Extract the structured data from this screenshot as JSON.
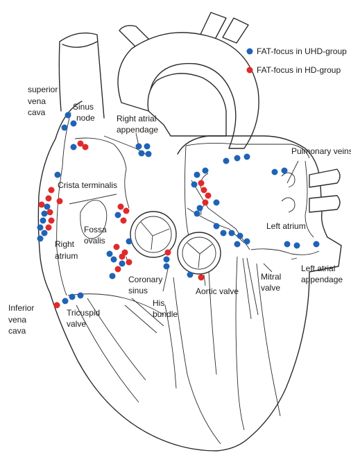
{
  "legend": {
    "items": [
      {
        "label": "FAT-focus in UHD-group",
        "color": "#1f63b6"
      },
      {
        "label": "FAT-focus in HD-group",
        "color": "#e02a2a"
      }
    ]
  },
  "labels": {
    "superior_vena_cava": [
      "superior",
      "vena",
      "cava"
    ],
    "sinus_node": [
      "Sinus",
      "node"
    ],
    "right_atrial_appendage": [
      "Right atrial",
      "appendage"
    ],
    "pulmonary_veins": [
      "Pulmonary veins"
    ],
    "crista_terminalis": [
      "Crista terminalis"
    ],
    "fossa_ovalis": [
      "Fossa",
      "ovalis"
    ],
    "right_atrium": [
      "Right",
      "atrium"
    ],
    "left_atrium": [
      "Left atrium"
    ],
    "coronary_sinus": [
      "Coronary",
      "sinus"
    ],
    "his_bundle": [
      "His",
      "bundle"
    ],
    "aortic_valve": [
      "Aortic valve"
    ],
    "mitral_valve": [
      "Mitral",
      "valve"
    ],
    "left_atrial_appendage": [
      "Left atrial",
      "appendage"
    ],
    "inferior_vena_cava": [
      "Inferior",
      "vena",
      "cava"
    ],
    "tricuspid_valve": [
      "Tricuspid",
      "valve"
    ]
  },
  "colors": {
    "uhd": "#1f63b6",
    "hd": "#e02a2a"
  },
  "foci": {
    "sinus_node": [
      "uhd",
      "uhd",
      "uhd"
    ],
    "right_atrial_appendage_upper": [
      "uhd",
      "hd",
      "hd"
    ],
    "right_atrial_appendage_lower": [
      "uhd",
      "uhd",
      "uhd",
      "uhd"
    ],
    "crista_terminalis": [
      "uhd",
      "hd",
      "hd",
      "hd",
      "uhd",
      "hd",
      "uhd",
      "hd",
      "uhd",
      "hd",
      "uhd",
      "uhd",
      "uhd",
      "hd"
    ],
    "fossa_ovalis_rim": [
      "hd",
      "hd",
      "uhd",
      "hd"
    ],
    "coronary_sinus": [
      "uhd",
      "hd",
      "hd",
      "uhd",
      "uhd",
      "hd",
      "hd",
      "hd",
      "uhd",
      "uhd"
    ],
    "his_bundle": [
      "hd",
      "uhd",
      "uhd"
    ],
    "aortic_valve": [
      "uhd",
      "hd"
    ],
    "left_atrium_roof": [
      "uhd",
      "uhd",
      "uhd"
    ],
    "left_atrium_septal": [
      "uhd",
      "uhd",
      "hd",
      "uhd",
      "hd",
      "hd",
      "uhd",
      "hd",
      "uhd",
      "uhd"
    ],
    "pulmonary_veins": [
      "uhd",
      "uhd"
    ],
    "mitral_annulus": [
      "uhd",
      "uhd",
      "uhd",
      "uhd",
      "uhd",
      "uhd"
    ],
    "left_atrial_appendage": [
      "uhd",
      "uhd",
      "uhd"
    ],
    "tricuspid_valve": [
      "hd",
      "uhd",
      "uhd",
      "uhd"
    ]
  }
}
